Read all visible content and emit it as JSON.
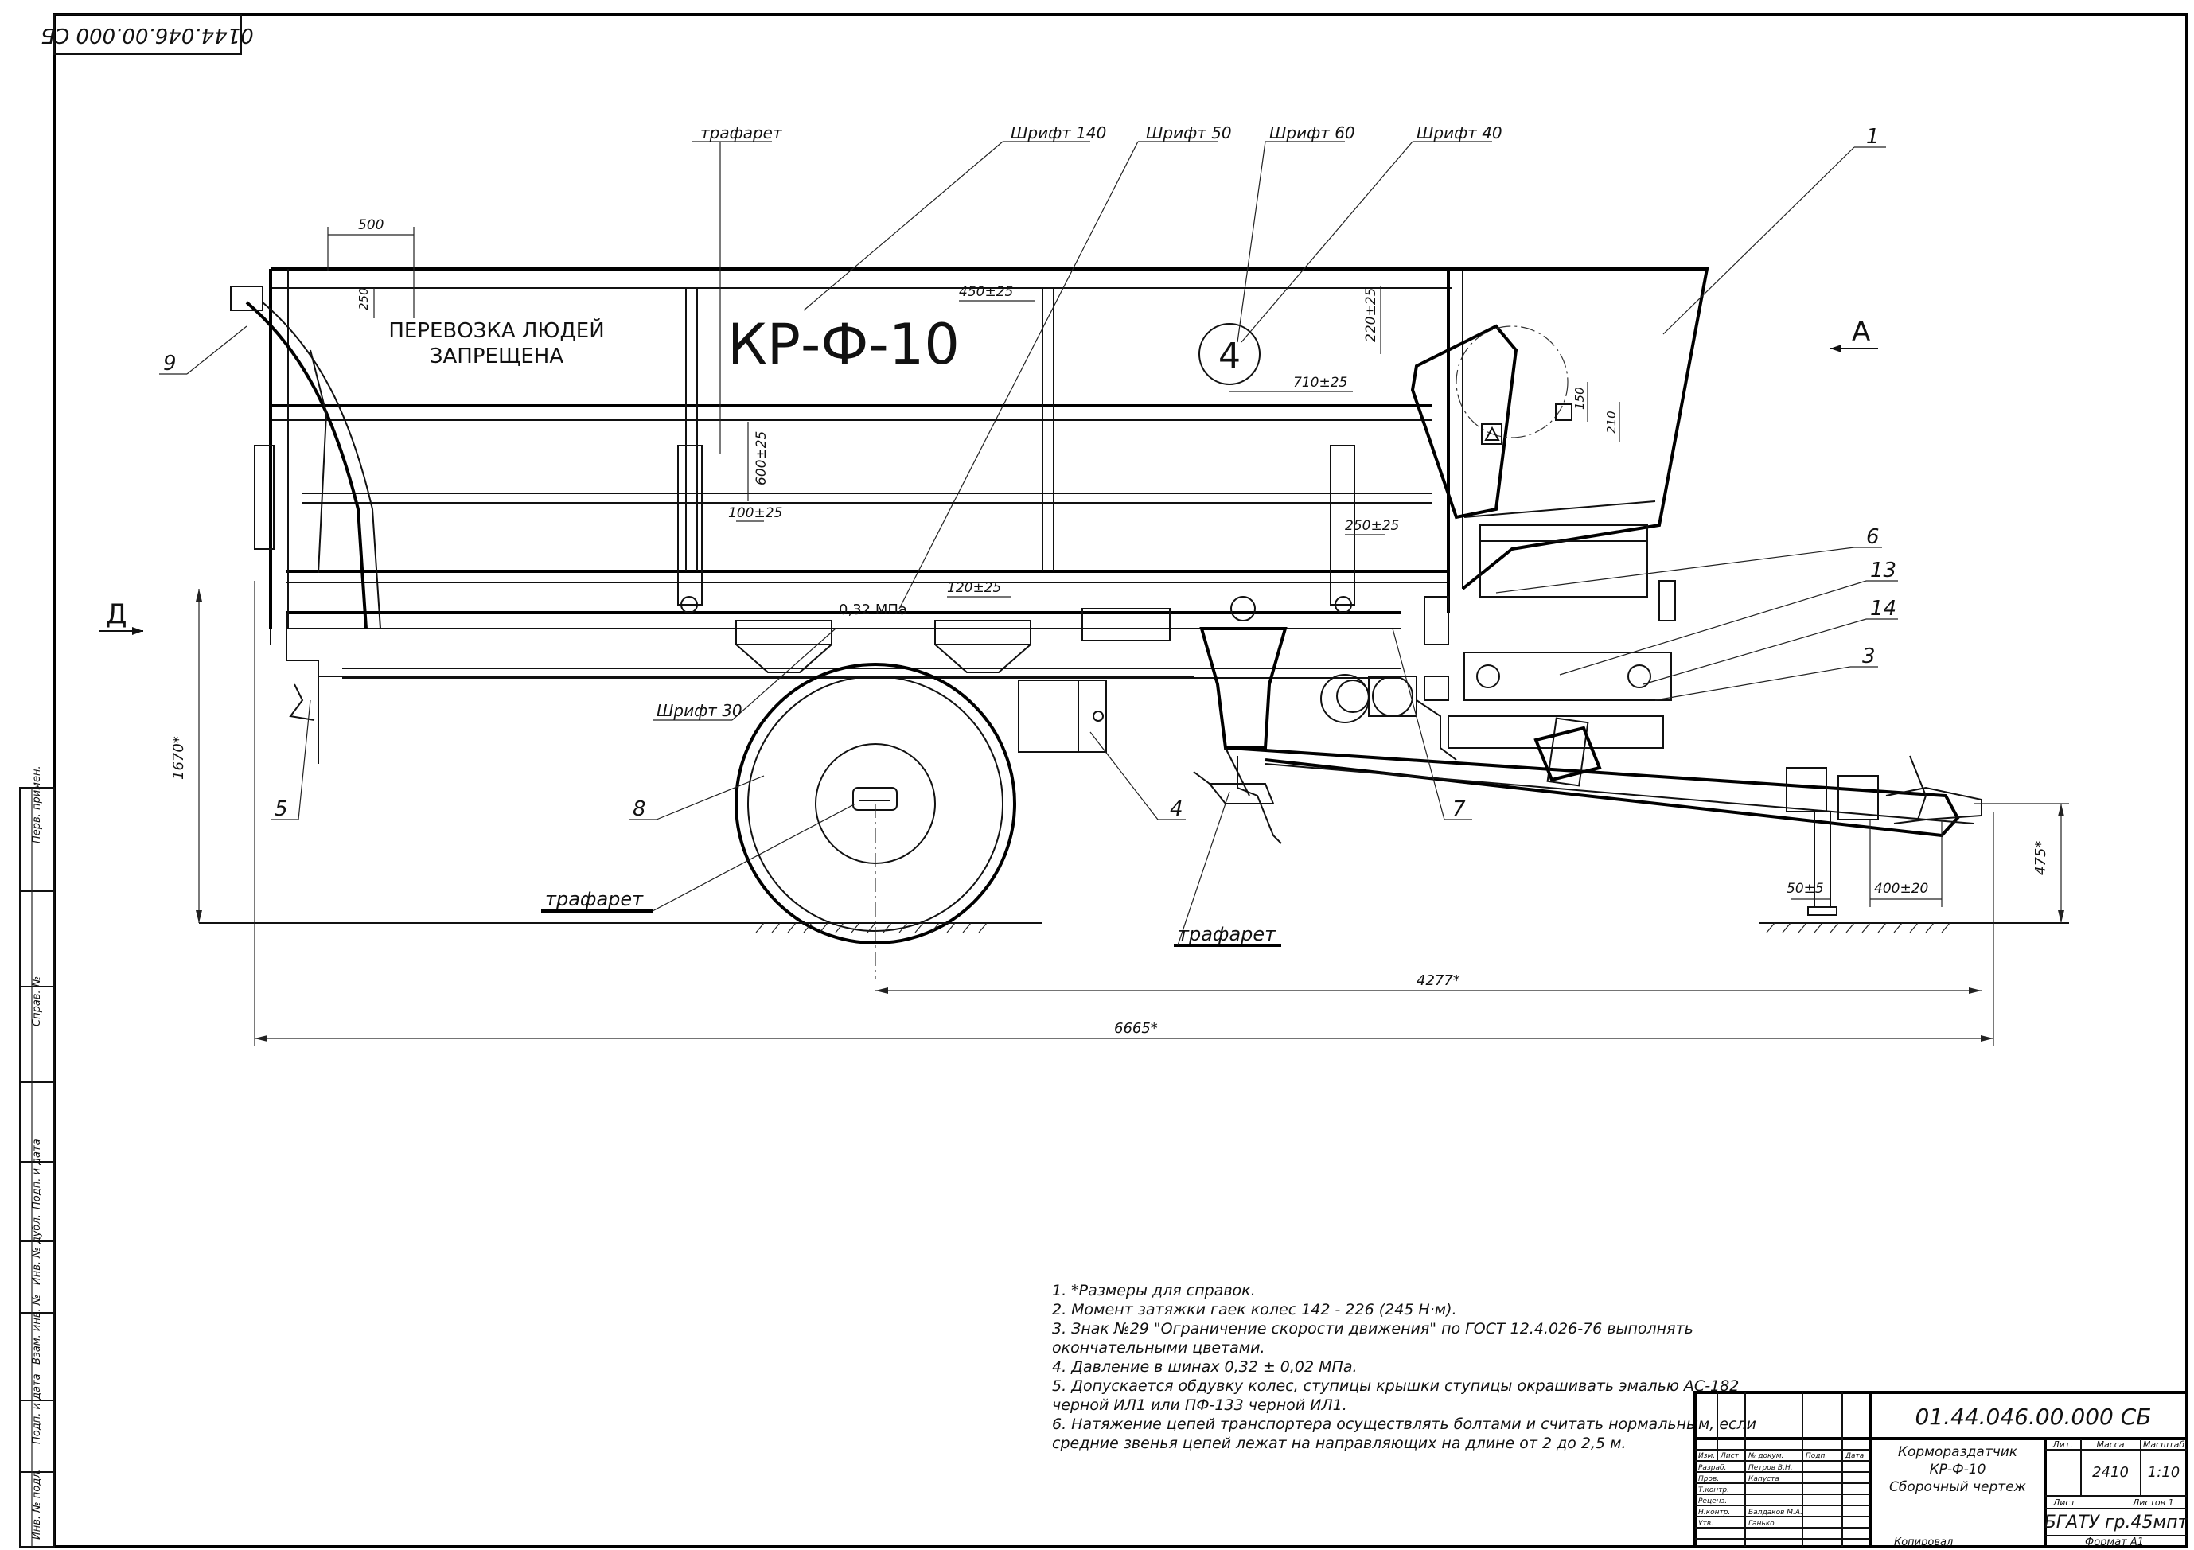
{
  "stamp_top": "0144.046.00.000 СБ",
  "view_a": "А",
  "view_d": "Д",
  "inscriptions": {
    "no_people": [
      "ПЕРЕВОЗКА ЛЮДЕЙ",
      "ЗАПРЕЩЕНА"
    ],
    "model": "КР-Ф-10",
    "circle_number": "4",
    "pressure": "0,32 МПа"
  },
  "callouts": {
    "trafaret_top": "трафарет",
    "shrift_140": "Шрифт 140",
    "shrift_50": "Шрифт 50",
    "shrift_60": "Шрифт 60",
    "shrift_40": "Шрифт 40",
    "shrift_30": "Шрифт 30",
    "trafaret_wheel": "трафарет",
    "trafaret_bottom": "трафарет"
  },
  "positions": [
    "1",
    "3",
    "4",
    "5",
    "6",
    "7",
    "8",
    "9",
    "13",
    "14"
  ],
  "dimensions": {
    "overall_length": "6665*",
    "wheel_to_hitch": "4277*",
    "height": "1670*",
    "hitch_height": "475*",
    "dim_450": "450±25",
    "dim_600": "600±25",
    "dim_220": "220±25",
    "dim_120": "120±25",
    "dim_100": "100±25",
    "dim_710": "710±25",
    "dim_400": "400±20",
    "dim_50": "50±5",
    "dim_top": "500",
    "dim_a": "250",
    "dim_b": "150",
    "dim_c": "210",
    "dim_d": "250±25"
  },
  "notes": [
    "1. *Размеры для справок.",
    "2. Момент затяжки гаек колес 142 - 226 (245 Н·м).",
    "3. Знак №29 \"Ограничение скорости движения\" по ГОСТ 12.4.026-76 выполнять",
    "окончательными цветами.",
    "4. Давление в шинах 0,32 ± 0,02 МПа.",
    "5. Допускается обдувку колес, ступицы крышки ступицы окрашивать эмалью АС-182",
    "черной ИЛ1 или ПФ-133 черной ИЛ1.",
    "6. Натяжение цепей транспортера осуществлять болтами и считать нормальным, если",
    "средние звенья цепей лежат на направляющих на длине от 2 до 2,5 м."
  ],
  "title_block": {
    "code": "01.44.046.00.000 СБ",
    "name": [
      "Кормораздатчик",
      "КР-Ф-10",
      "Сборочный чертеж"
    ],
    "col_headers": [
      "Лит.",
      "Масса",
      "Масштаб"
    ],
    "mass": "2410",
    "scale": "1:10",
    "sheet": "Лист",
    "sheets": "Листов 1",
    "org": "БГАТУ гр.45мпт",
    "rows": [
      [
        "Изм.",
        "Лист",
        "№ докум.",
        "Подп.",
        "Дата"
      ],
      [
        "Разраб.",
        "Петров В.Н.",
        "",
        "",
        ""
      ],
      [
        "Пров.",
        "Капуста",
        "",
        "",
        ""
      ],
      [
        "Т.контр.",
        "",
        "",
        "",
        ""
      ],
      [
        "Реценз.",
        "",
        "",
        "",
        ""
      ],
      [
        "Н.контр.",
        "Балдаков М.А.",
        "",
        "",
        ""
      ],
      [
        "Утв.",
        "Ганько",
        "",
        "",
        ""
      ]
    ],
    "copied": "Копировал",
    "format": "Формат А1"
  },
  "left_strip": [
    "Перв. примен.",
    "Справ. №",
    "Подп. и дата",
    "Инв. № дубл.",
    "Взам. инв. №",
    "Подп. и дата",
    "Инв. № подл."
  ]
}
